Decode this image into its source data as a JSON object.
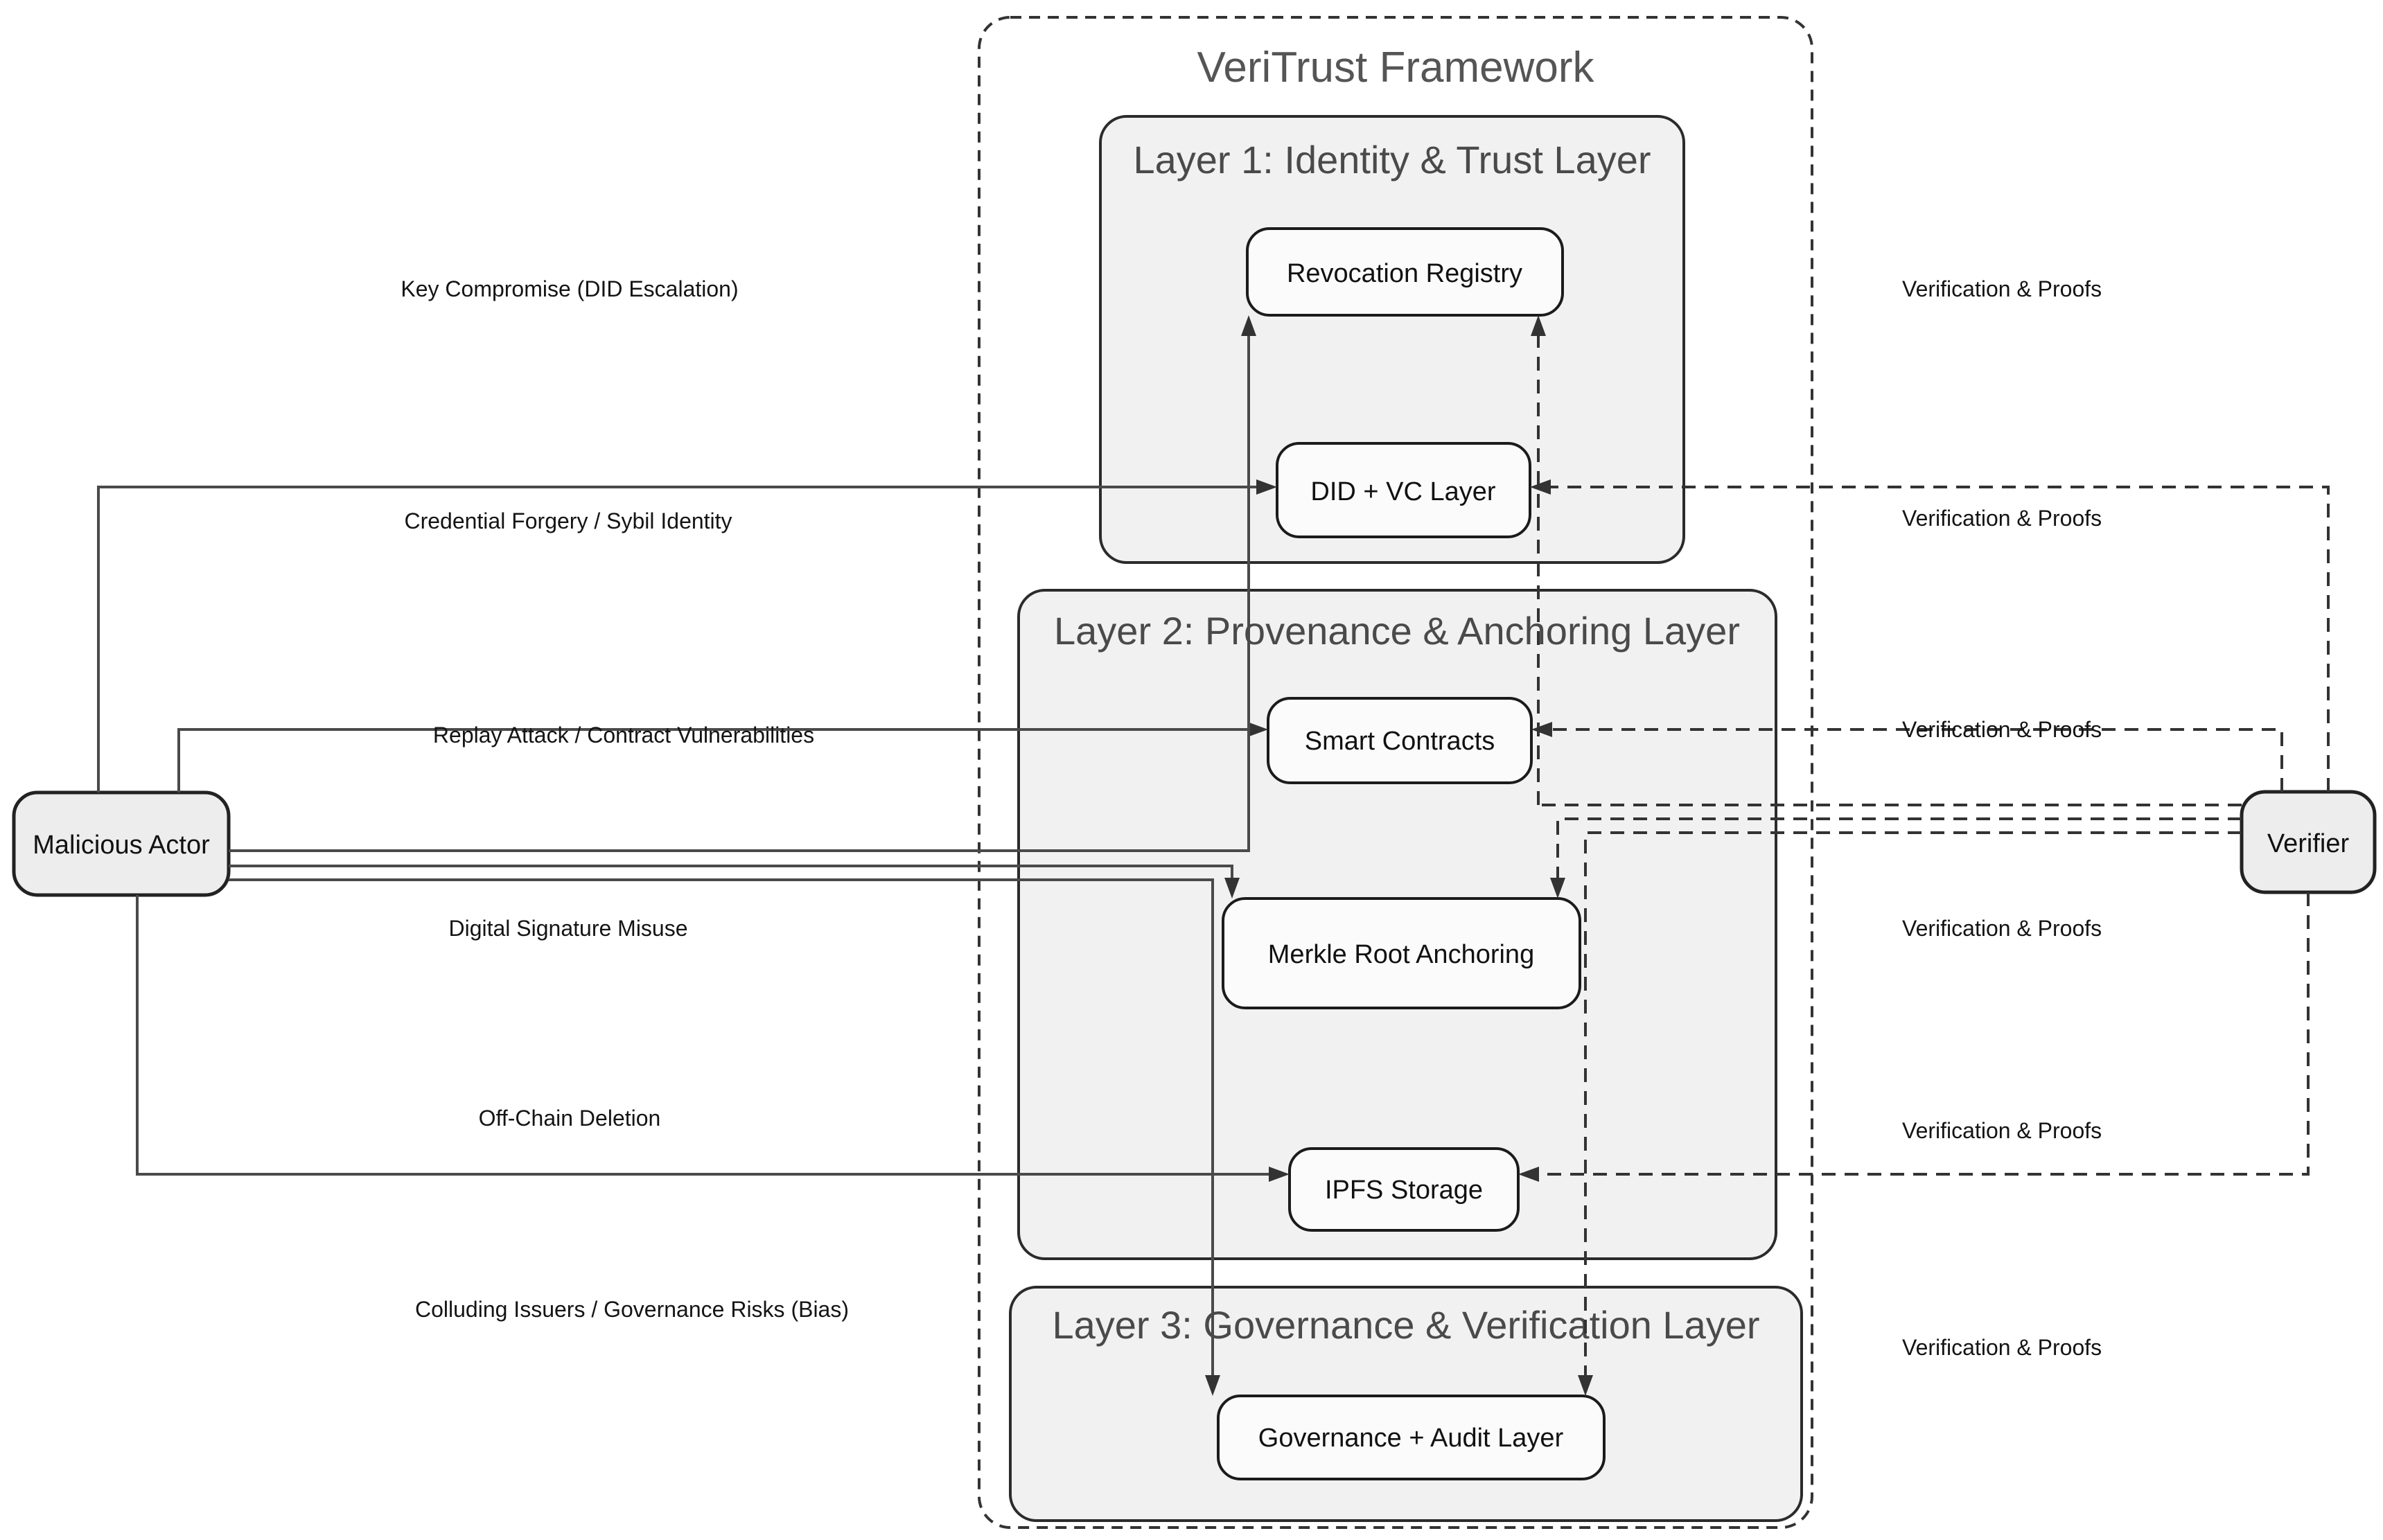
{
  "diagram": {
    "title": "VeriTrust Framework",
    "layers": [
      {
        "title": "Layer 1: Identity & Trust Layer"
      },
      {
        "title": "Layer 2: Provenance & Anchoring Layer"
      },
      {
        "title": "Layer 3: Governance & Verification Layer"
      }
    ],
    "nodes": {
      "revocation": "Revocation Registry",
      "did_vc": "DID + VC Layer",
      "smart_contracts": "Smart Contracts",
      "merkle": "Merkle Root Anchoring",
      "ipfs": "IPFS Storage",
      "governance": "Governance + Audit Layer"
    },
    "actors": {
      "attacker": "Malicious Actor",
      "verifier": "Verifier"
    },
    "threats": [
      "Key Compromise (DID Escalation)",
      "Credential Forgery / Sybil Identity",
      "Replay Attack / Contract Vulnerabilities",
      "Digital Signature Misuse",
      "Off-Chain Deletion",
      "Colluding Issuers / Governance Risks (Bias)"
    ],
    "proof_label": "Verification & Proofs",
    "colors": {
      "layer_fill": "#f1f1f1",
      "node_fill": "#fbfbfb",
      "stroke": "#222222",
      "solid_line": "#4a4a4a",
      "dashed_line": "#333333",
      "title_gray": "#555555"
    }
  }
}
